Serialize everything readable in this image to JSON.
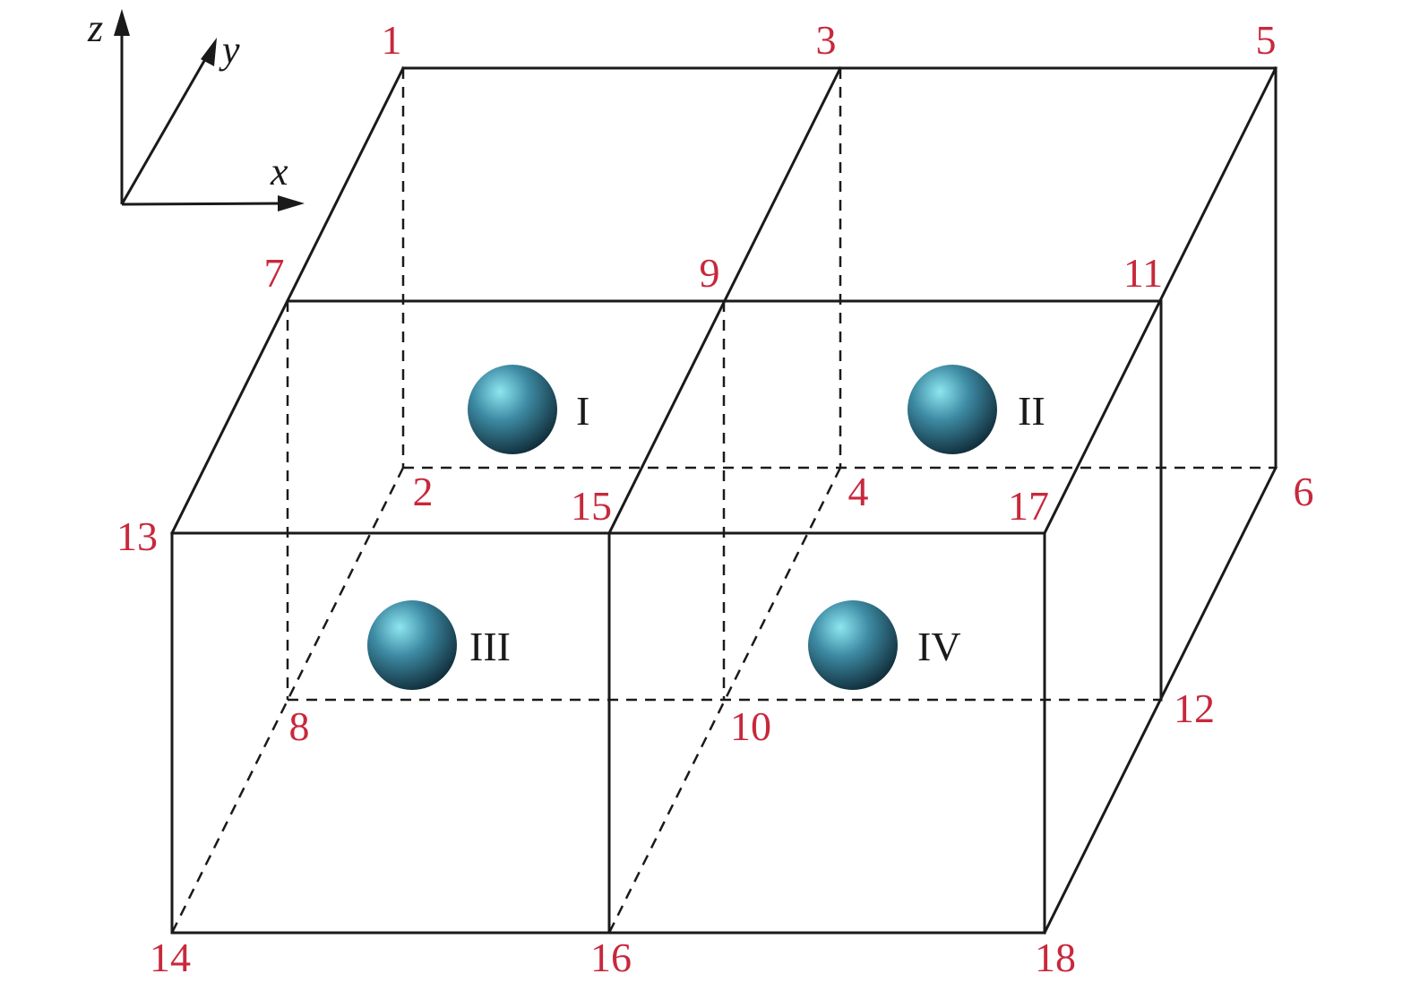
{
  "colors": {
    "node_label": "#c8283c",
    "line": "#1a1a1a",
    "sphere_highlight": "#8ee6f0",
    "sphere_mid": "#3d8aa3",
    "sphere_dark": "#12303d"
  },
  "axes": {
    "x": "x",
    "y": "y",
    "z": "z"
  },
  "node_labels": {
    "n1": "1",
    "n2": "2",
    "n3": "3",
    "n4": "4",
    "n5": "5",
    "n6": "6",
    "n7": "7",
    "n8": "8",
    "n9": "9",
    "n10": "10",
    "n11": "11",
    "n12": "12",
    "n13": "13",
    "n14": "14",
    "n15": "15",
    "n16": "16",
    "n17": "17",
    "n18": "18"
  },
  "cells": {
    "c1": "I",
    "c2": "II",
    "c3": "III",
    "c4": "IV"
  }
}
